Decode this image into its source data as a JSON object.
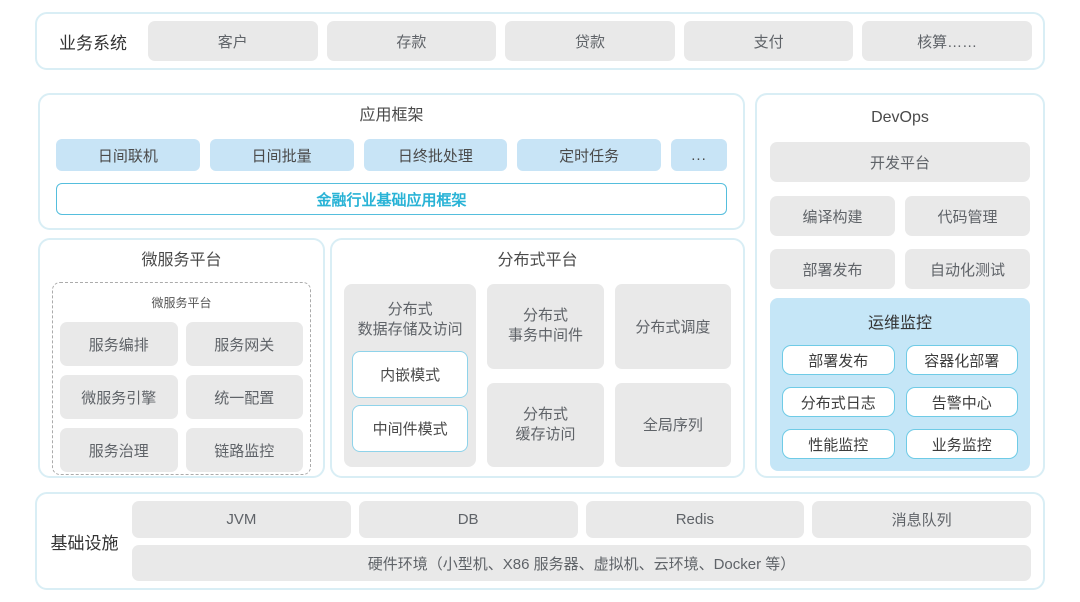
{
  "colors": {
    "container_border": "#d9eef5",
    "gray_box_bg": "#e9e9e9",
    "gray_box_text": "#5f6368",
    "light_blue_box_bg": "#c8e4f6",
    "accent_cyan": "#29b3d6",
    "monitor_panel_bg": "#c5e6f7",
    "monitor_item_border": "#6fcbe6"
  },
  "business_systems": {
    "label": "业务系统",
    "items": [
      "客户",
      "存款",
      "贷款",
      "支付",
      "核算……"
    ]
  },
  "app_framework": {
    "title": "应用框架",
    "items": [
      "日间联机",
      "日间批量",
      "日终批处理",
      "定时任务",
      "..."
    ],
    "base": "金融行业基础应用框架"
  },
  "microservice_platform": {
    "title": "微服务平台",
    "inner_title": "微服务平台",
    "items": [
      "服务编排",
      "服务网关",
      "微服务引擎",
      "统一配置",
      "服务治理",
      "链路监控"
    ]
  },
  "distributed_platform": {
    "title": "分布式平台",
    "storage": {
      "label": "分布式\n数据存储及访问",
      "modes": [
        "内嵌模式",
        "中间件模式"
      ]
    },
    "middle_items": [
      "分布式\n事务中间件",
      "分布式\n缓存访问"
    ],
    "right_items": [
      "分布式调度",
      "全局序列"
    ]
  },
  "devops": {
    "title": "DevOps",
    "dev_platform": "开发平台",
    "items": [
      "编译构建",
      "代码管理",
      "部署发布",
      "自动化测试"
    ],
    "monitor": {
      "title": "运维监控",
      "items": [
        "部署发布",
        "容器化部署",
        "分布式日志",
        "告警中心",
        "性能监控",
        "业务监控"
      ]
    }
  },
  "infrastructure": {
    "label": "基础设施",
    "items": [
      "JVM",
      "DB",
      "Redis",
      "消息队列"
    ],
    "hardware": "硬件环境（小型机、X86 服务器、虚拟机、云环境、Docker 等）"
  }
}
